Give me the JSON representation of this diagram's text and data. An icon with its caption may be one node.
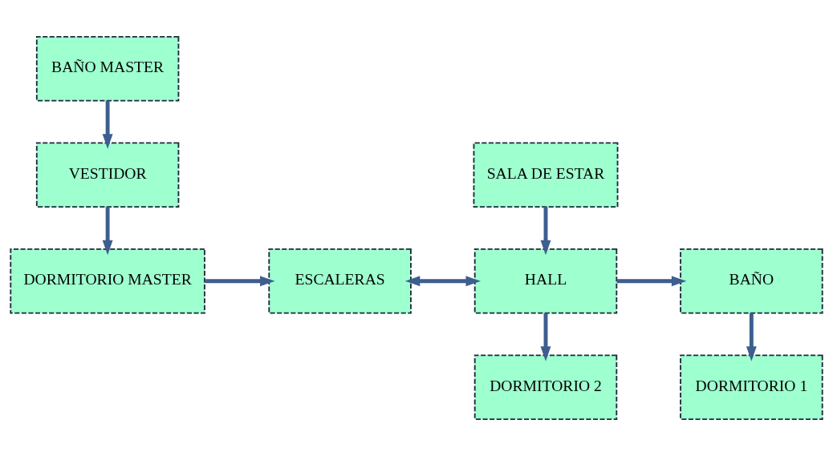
{
  "diagram": {
    "nodes": [
      {
        "text": [
          "BAÑO MASTER"
        ]
      },
      {
        "text": [
          "VESTIDOR"
        ]
      },
      {
        "text": [
          "DORMITORIO MASTER"
        ]
      },
      {
        "text": [
          "SALA DE ESTAR"
        ]
      },
      {
        "text": [
          "ESCALERAS"
        ]
      },
      {
        "text": [
          "HALL"
        ]
      },
      {
        "text": [
          "BAÑO"
        ]
      },
      {
        "text": [
          "DORMITORIO 2"
        ]
      },
      {
        "text": [
          "DORMITORIO 1"
        ]
      }
    ],
    "edges": [
      {
        "from": 0,
        "to": 1,
        "arrow": "to"
      },
      {
        "from": 1,
        "to": 2,
        "arrow": "to"
      },
      {
        "from": 2,
        "to": 4,
        "arrow": "to"
      },
      {
        "from": 4,
        "to": 5,
        "arrow": "both"
      },
      {
        "from": 3,
        "to": 5,
        "arrow": "to"
      },
      {
        "from": 5,
        "to": 6,
        "arrow": "to"
      },
      {
        "from": 5,
        "to": 7,
        "arrow": "to"
      },
      {
        "from": 6,
        "to": 8,
        "arrow": "to"
      }
    ]
  }
}
